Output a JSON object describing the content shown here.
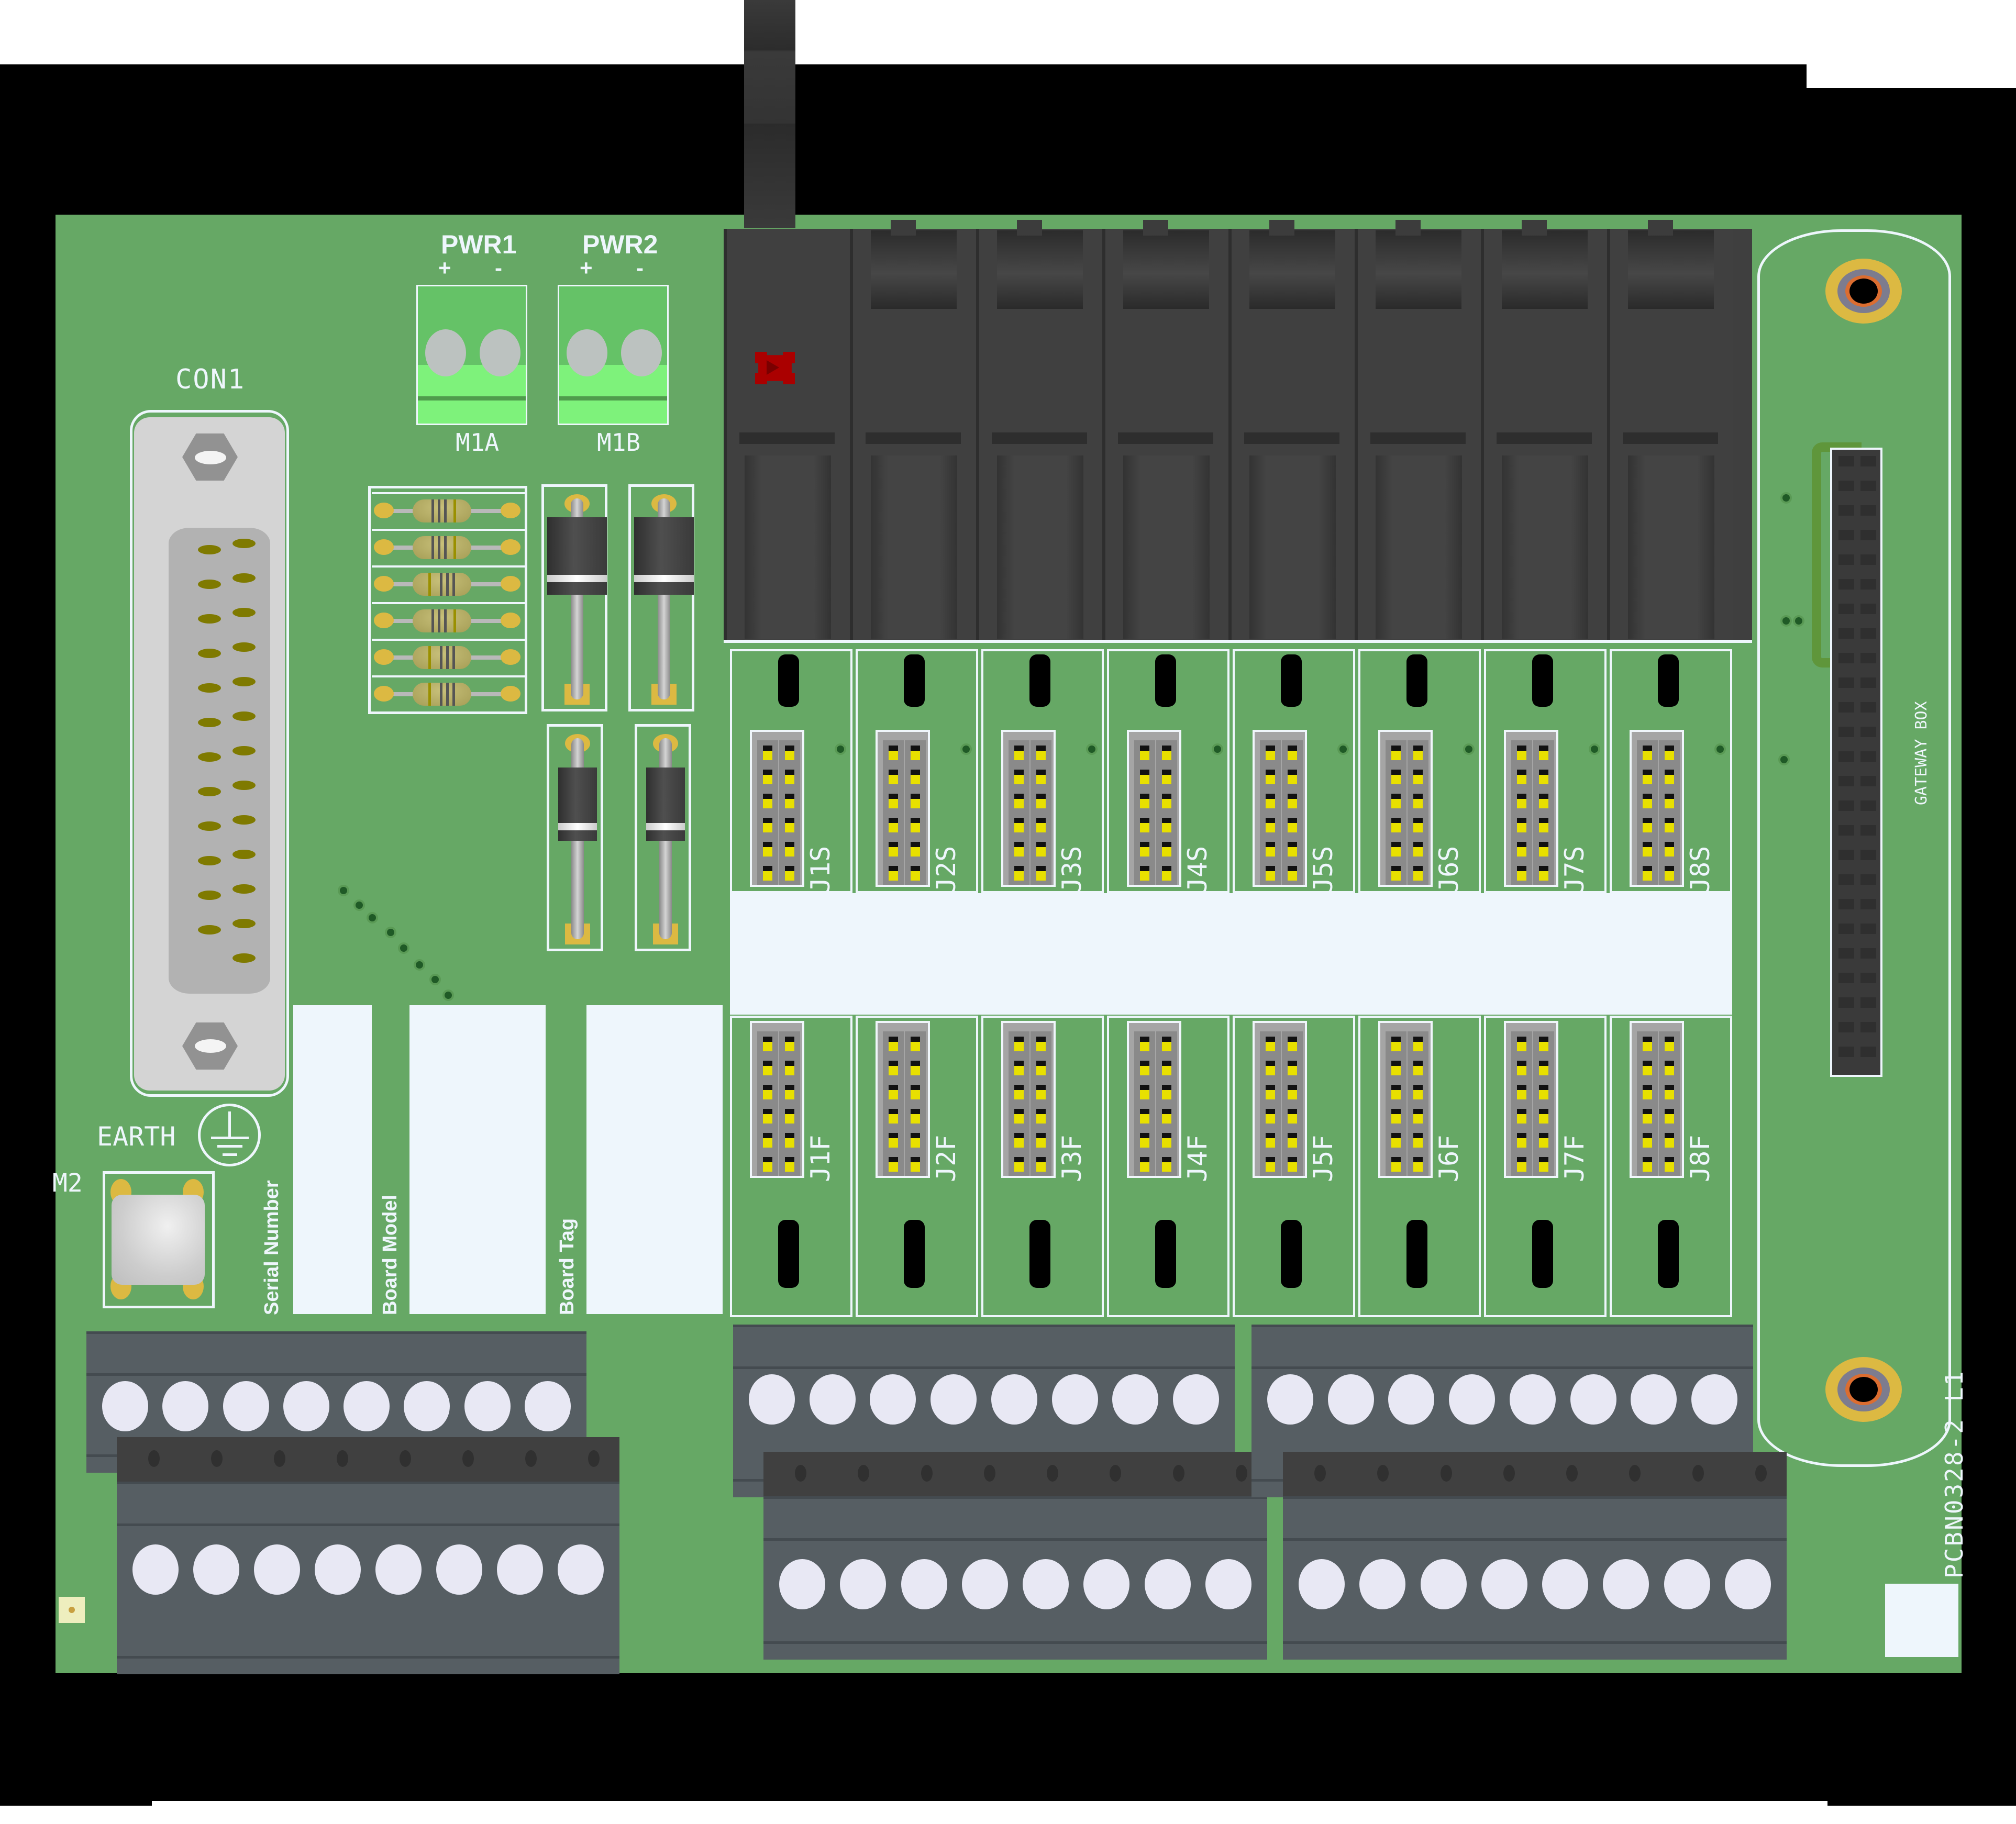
{
  "board": {
    "part_number": "PCBN0328-2 L1",
    "module_label": "GATEWAY BOX",
    "colors": {
      "solder_mask": "#66a865",
      "silkscreen": "#eef6fc",
      "background": "#000000",
      "relay_body": "#404040",
      "terminal_block": "#565e63",
      "power_terminal": "#7ef27b",
      "led_red": "#aa0000",
      "pad_gold": "#dcb942"
    }
  },
  "power": {
    "connectors": [
      {
        "title": "PWR1",
        "plus": "+",
        "minus": "-",
        "ref": "M1A"
      },
      {
        "title": "PWR2",
        "plus": "+",
        "minus": "-",
        "ref": "M1B"
      }
    ]
  },
  "con1": {
    "label": "CON1",
    "type": "DB-25",
    "pin_rows": [
      12,
      13
    ]
  },
  "earth": {
    "label": "EARTH",
    "mount_ref": "M2"
  },
  "label_areas": [
    {
      "label": "Serial Number"
    },
    {
      "label": "Board Model"
    },
    {
      "label": "Board Tag"
    }
  ],
  "resistors": {
    "count": 6
  },
  "diodes": {
    "count": 4
  },
  "relays": {
    "count": 8,
    "indicator": "red-led"
  },
  "headers_s": [
    "J1S",
    "J2S",
    "J3S",
    "J4S",
    "J5S",
    "J6S",
    "J7S",
    "J8S"
  ],
  "headers_f": [
    "J1F",
    "J2F",
    "J3F",
    "J4F",
    "J5F",
    "J6F",
    "J7F",
    "J8F"
  ],
  "terminal_blocks": [
    {
      "name": "left-upper",
      "positions": 8
    },
    {
      "name": "left-lower",
      "positions": 8
    },
    {
      "name": "middle-upper",
      "positions": 8
    },
    {
      "name": "middle-lower",
      "positions": 8
    },
    {
      "name": "right-upper",
      "positions": 8
    },
    {
      "name": "right-lower",
      "positions": 8
    }
  ],
  "gateway_connector": {
    "rows": 2,
    "pins_per_row": 25
  }
}
